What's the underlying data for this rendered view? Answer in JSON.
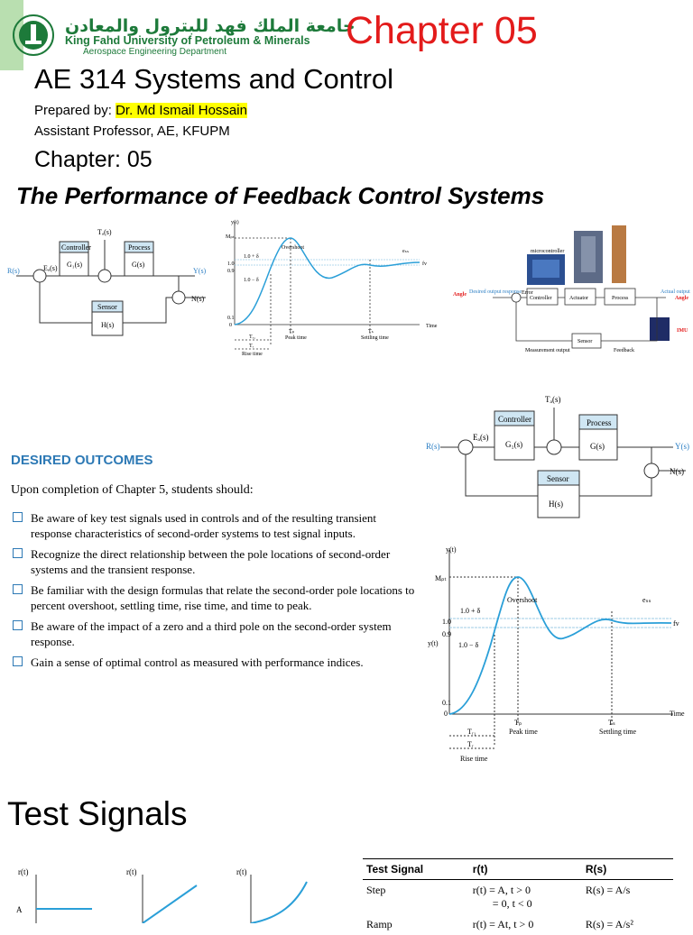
{
  "header": {
    "logo_arabic": "جامعة الملك فهد للبترول والمعادن",
    "logo_english": "King Fahd University of Petroleum & Minerals",
    "logo_department": "Aerospace Engineering Department",
    "chapter": "Chapter 05"
  },
  "course_title": "AE 314 Systems and Control",
  "prepared_label": "Prepared by: ",
  "author": "Dr. Md Ismail Hossain",
  "author_role": "Assistant Professor, AE, KFUPM",
  "chapter_label": "Chapter: 05",
  "subtitle": "The Performance of  Feedback Control Systems",
  "block_diagram": {
    "controller": "Controller",
    "controller_tf": "G₁(s)",
    "process": "Process",
    "process_tf": "G(s)",
    "sensor": "Sensor",
    "sensor_tf": "H(s)",
    "input": "R(s)",
    "output": "Y(s)",
    "error": "Eₐ(s)",
    "disturbance": "Tₐ(s)",
    "noise": "N(s)"
  },
  "response_plot": {
    "ylabel": "y(t)",
    "mp": "Mₚₜ",
    "overshoot": "Overshoot",
    "upper_band": "1.0 + δ",
    "lower_band": "1.0 − δ",
    "fv": "fv",
    "ess": "eₛₛ",
    "ticks_y": [
      "1.0",
      "0.9",
      "0.1",
      "0"
    ],
    "time": "Time",
    "tp": "Tₚ",
    "peak_time": "Peak time",
    "ts": "Tₛ",
    "settling_time": "Settling time",
    "tr1": "Tᵣ₁",
    "tr": "Tᵣ",
    "rise_time": "Rise time"
  },
  "robot_diagram": {
    "angle_in": "Angle",
    "desired": "Desired output response",
    "error": "Error",
    "controller": "Controller",
    "actuator": "Actuator",
    "process": "Process",
    "actual": "Actual output",
    "angle_out": "Angle",
    "sensor": "Sensor",
    "imu": "IMU",
    "measurement": "Measurement output",
    "feedback": "Feedback",
    "micro": "microcontroller"
  },
  "outcomes": {
    "heading": "DESIRED OUTCOMES",
    "intro": "Upon completion of Chapter 5, students should:",
    "items": [
      "Be aware of key test signals used in controls and of the resulting transient response characteristics of second-order systems to test signal inputs.",
      "Recognize the direct relationship between the pole locations of second-order systems and the transient response.",
      "Be familiar with the design formulas that relate the second-order pole locations to percent overshoot, settling time, rise time, and time to peak.",
      "Be aware of the impact of a zero and a third pole on the second-order system response.",
      "Gain a sense of optimal control as measured with performance indices."
    ]
  },
  "test_signals": {
    "heading": "Test Signals",
    "plot_label": "r(t)",
    "amp": "A",
    "table": {
      "headers": [
        "Test Signal",
        "r(t)",
        "R(s)"
      ],
      "rows": [
        {
          "signal": "Step",
          "rt": "r(t) = A, t > 0",
          "rt2": "= 0, t < 0",
          "rs": "R(s) = A/s"
        },
        {
          "signal": "Ramp",
          "rt": "r(t) = At, t > 0",
          "rt2": "",
          "rs": "R(s) = A/s²"
        }
      ]
    }
  },
  "colors": {
    "accent_red": "#e31b1b",
    "kfupm_green": "#1d7a3a",
    "heading_blue": "#2d79b5",
    "curve_blue": "#2a9fd8",
    "highlight": "#ffff00"
  }
}
